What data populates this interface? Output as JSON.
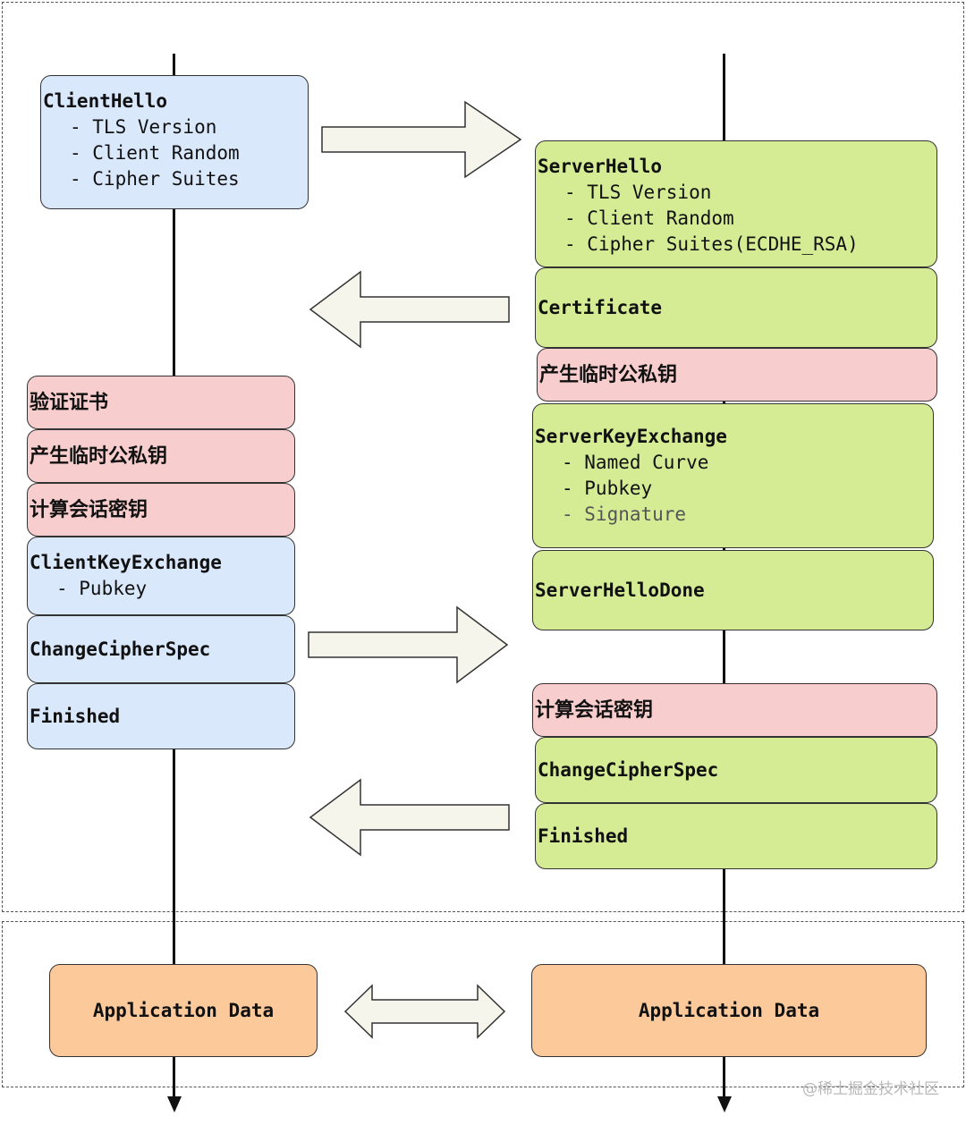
{
  "client": {
    "hello": {
      "title": "ClientHello",
      "items": [
        "- TLS Version",
        "- Client Random",
        "- Cipher Suites"
      ]
    },
    "verify_cert": "验证证书",
    "gen_keypair": "产生临时公私钥",
    "compute_key": "计算会话密钥",
    "key_exchange": {
      "title": "ClientKeyExchange",
      "items": [
        "- Pubkey"
      ]
    },
    "change_cipher": "ChangeCipherSpec",
    "finished": "Finished",
    "app_data": "Application Data"
  },
  "server": {
    "hello": {
      "title": "ServerHello",
      "items": [
        "- TLS Version",
        "- Client Random",
        "- Cipher Suites(ECDHE_RSA)"
      ]
    },
    "certificate": "Certificate",
    "gen_keypair": "产生临时公私钥",
    "key_exchange": {
      "title": "ServerKeyExchange",
      "items": [
        "- Named Curve",
        "- Pubkey",
        "- Signature"
      ]
    },
    "hello_done": "ServerHelloDone",
    "compute_key": "计算会话密钥",
    "change_cipher": "ChangeCipherSpec",
    "finished": "Finished",
    "app_data": "Application Data"
  },
  "watermark": "@稀土掘金技术社区",
  "colors": {
    "blue": "#dae8fc",
    "green": "#d5ec95",
    "pink": "#f8cdcd",
    "orange": "#fcc99b",
    "arrow_fill": "#f5f5ec"
  }
}
